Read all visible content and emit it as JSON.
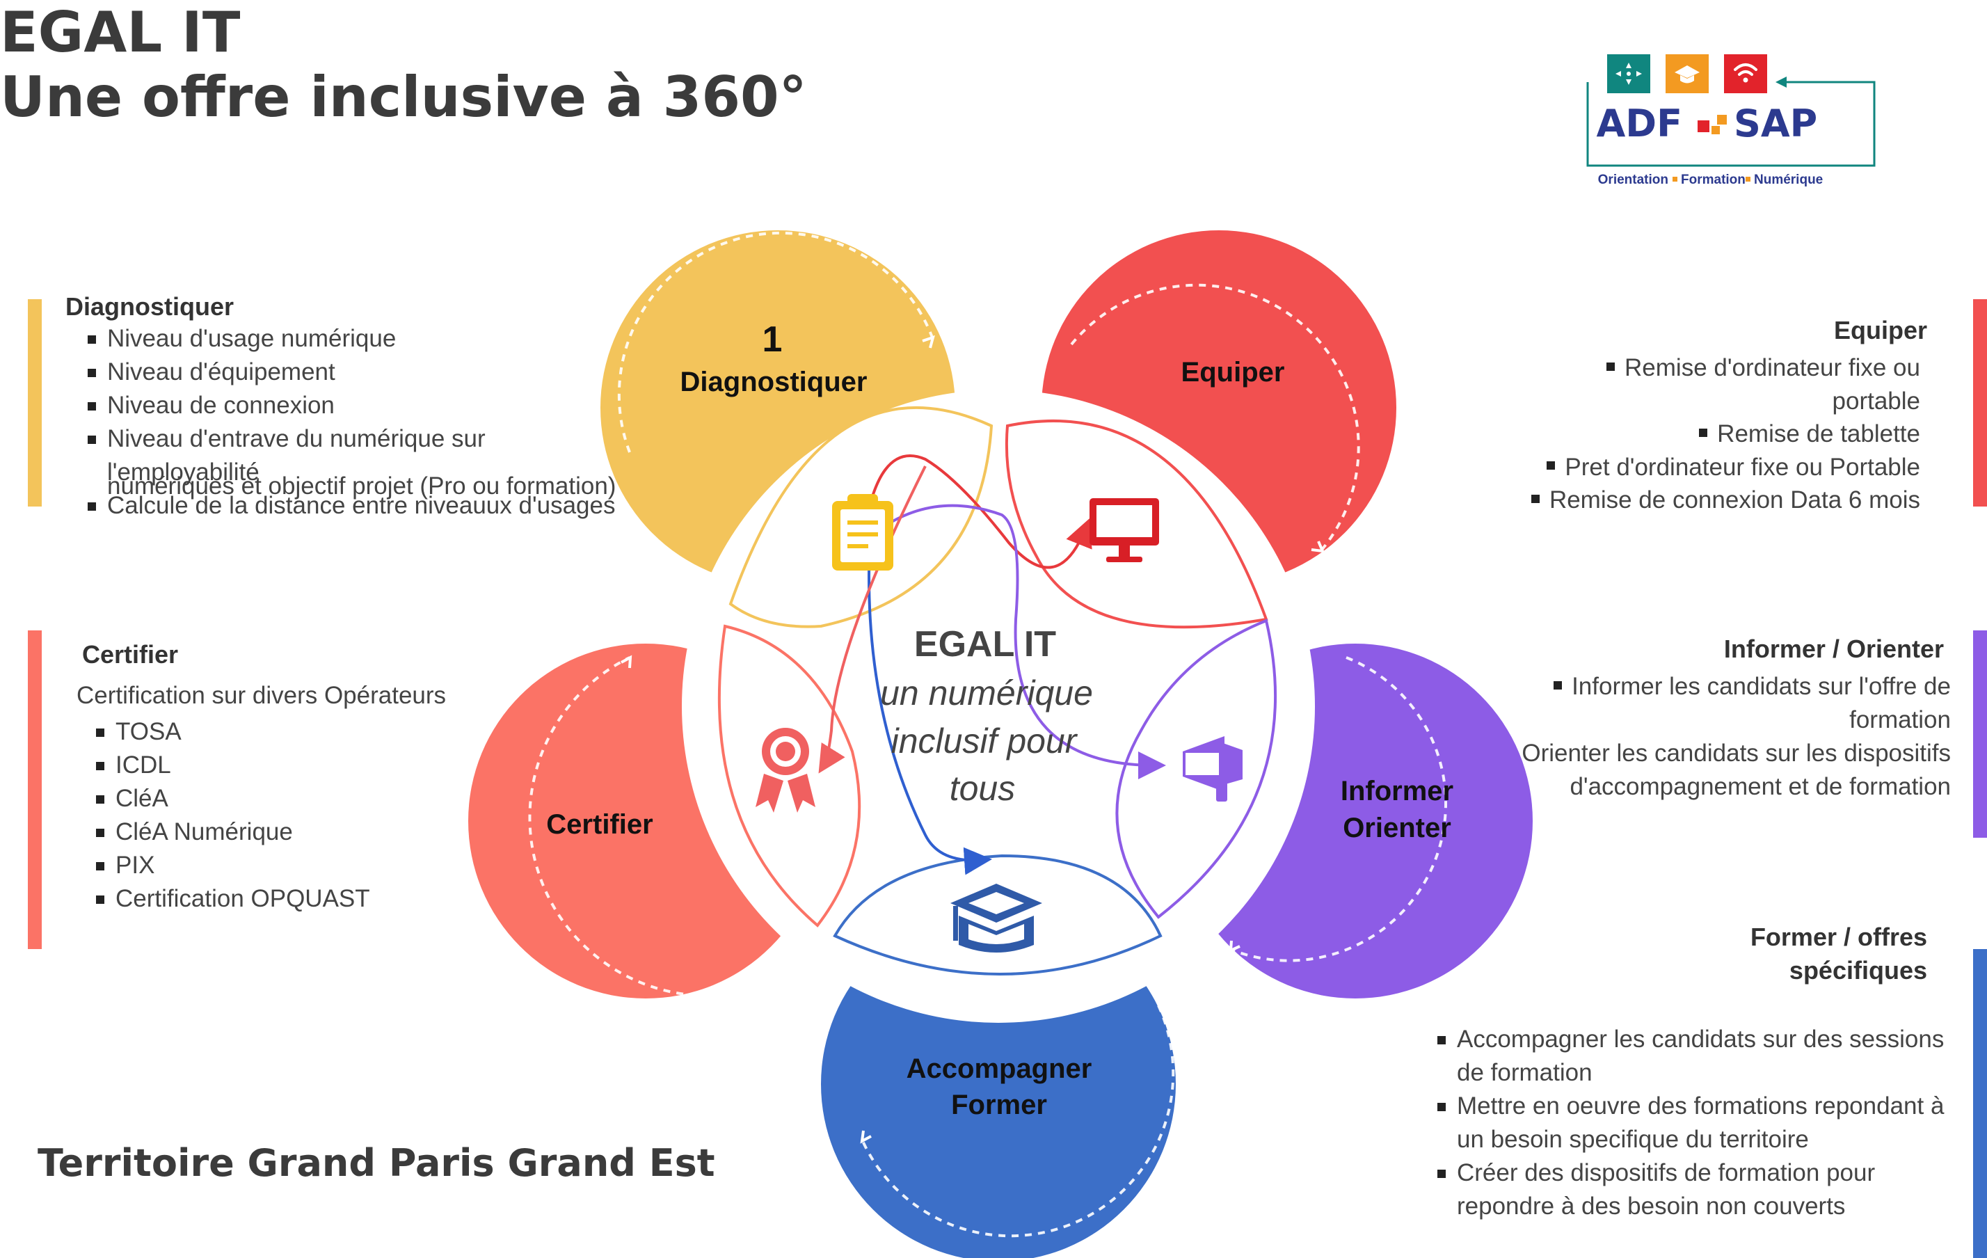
{
  "header": {
    "title_line1": "EGAL IT",
    "title_line2": "Une offre inclusive à 360°"
  },
  "logo": {
    "left_text": "ADF",
    "right_text": "SAP",
    "tagline_1": "Orientation",
    "tagline_2": "Formation",
    "tagline_3": "Numérique",
    "icons": [
      "compass-icon",
      "graduation-cap-icon",
      "wifi-icon"
    ],
    "colors": {
      "teal": "#10867f",
      "orange": "#f39a21",
      "red": "#e2232b",
      "blue": "#2c3a8f"
    }
  },
  "center": {
    "title": "EGAL IT",
    "subtitle_line1": "un numérique",
    "subtitle_line2": "inclusif pour",
    "subtitle_line3": "tous"
  },
  "petals": {
    "diagnostiquer": {
      "number": "1",
      "label": "Diagnostiquer",
      "color": "#f3c45b"
    },
    "equiper": {
      "label": "Equiper",
      "color": "#f25050"
    },
    "informer": {
      "label_line1": "Informer",
      "label_line2": "Orienter",
      "color": "#8d5ce6"
    },
    "former": {
      "label_line1": "Accompagner",
      "label_line2": "Former",
      "color": "#3c6fc8"
    },
    "certifier": {
      "label": "Certifier",
      "color": "#fb7366"
    }
  },
  "sections": {
    "diagnostiquer": {
      "title": "Diagnostiquer",
      "items": [
        "Niveau d'usage numérique",
        "Niveau d'équipement",
        "Niveau de connexion",
        "Niveau d'entrave du numérique sur l'employabilité",
        "Calcule de la distance entre niveauux d'usages"
      ],
      "item_continuation": "numériques et objectif projet (Pro ou formation)"
    },
    "certifier": {
      "title": "Certifier",
      "intro": "Certification sur divers Opérateurs",
      "items": [
        "TOSA",
        "ICDL",
        "CléA",
        "CléA Numérique",
        "PIX",
        "Certification OPQUAST"
      ]
    },
    "equiper": {
      "title": "Equiper",
      "items": [
        {
          "first": "Remise d'ordinateur fixe ou",
          "rest": "portable"
        },
        {
          "first": "Remise de tablette",
          "rest": ""
        },
        {
          "first": "Pret d'ordinateur fixe ou Portable",
          "rest": ""
        },
        {
          "first": "Remise de connexion Data 6 mois",
          "rest": ""
        }
      ]
    },
    "informer": {
      "title": "Informer / Orienter",
      "items": [
        {
          "first": "Informer les candidats sur l'offre de",
          "rest": "formation"
        },
        {
          "first": "Orienter les candidats sur les dispositifs",
          "rest": "d'accompagnement et de formation"
        }
      ]
    },
    "former": {
      "title_line1": "Former / offres",
      "title_line2": "spécifiques",
      "items": [
        {
          "first": "Accompagner les candidats sur des sessions",
          "rest": "de formation"
        },
        {
          "first": "Mettre en oeuvre des formations repondant à",
          "rest": "un besoin specifique du territoire"
        },
        {
          "first": "Créer des dispositifs de formation pour",
          "rest": "repondre à des besoin non couverts"
        }
      ]
    }
  },
  "footer": {
    "territory": "Territoire Grand Paris Grand Est"
  },
  "icons": [
    "clipboard-icon",
    "monitor-icon",
    "megaphone-icon",
    "graduation-cap-icon",
    "award-ribbon-icon"
  ]
}
